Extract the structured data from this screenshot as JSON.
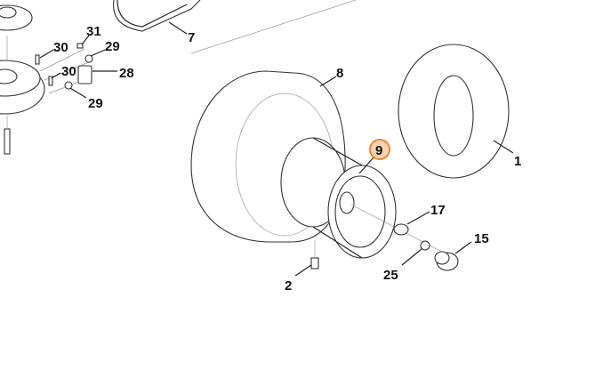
{
  "diagram": {
    "callouts": [
      {
        "id": "30a",
        "label": "30"
      },
      {
        "id": "31",
        "label": "31"
      },
      {
        "id": "29a",
        "label": "29"
      },
      {
        "id": "30b",
        "label": "30"
      },
      {
        "id": "28",
        "label": "28"
      },
      {
        "id": "29b",
        "label": "29"
      },
      {
        "id": "7",
        "label": "7"
      },
      {
        "id": "8",
        "label": "8"
      },
      {
        "id": "9",
        "label": "9",
        "highlighted": true
      },
      {
        "id": "1",
        "label": "1"
      },
      {
        "id": "17",
        "label": "17"
      },
      {
        "id": "15",
        "label": "15"
      },
      {
        "id": "25",
        "label": "25"
      },
      {
        "id": "2",
        "label": "2"
      }
    ],
    "highlight_color": "#e8892e",
    "highlight_fill": "#f9d3b0"
  }
}
